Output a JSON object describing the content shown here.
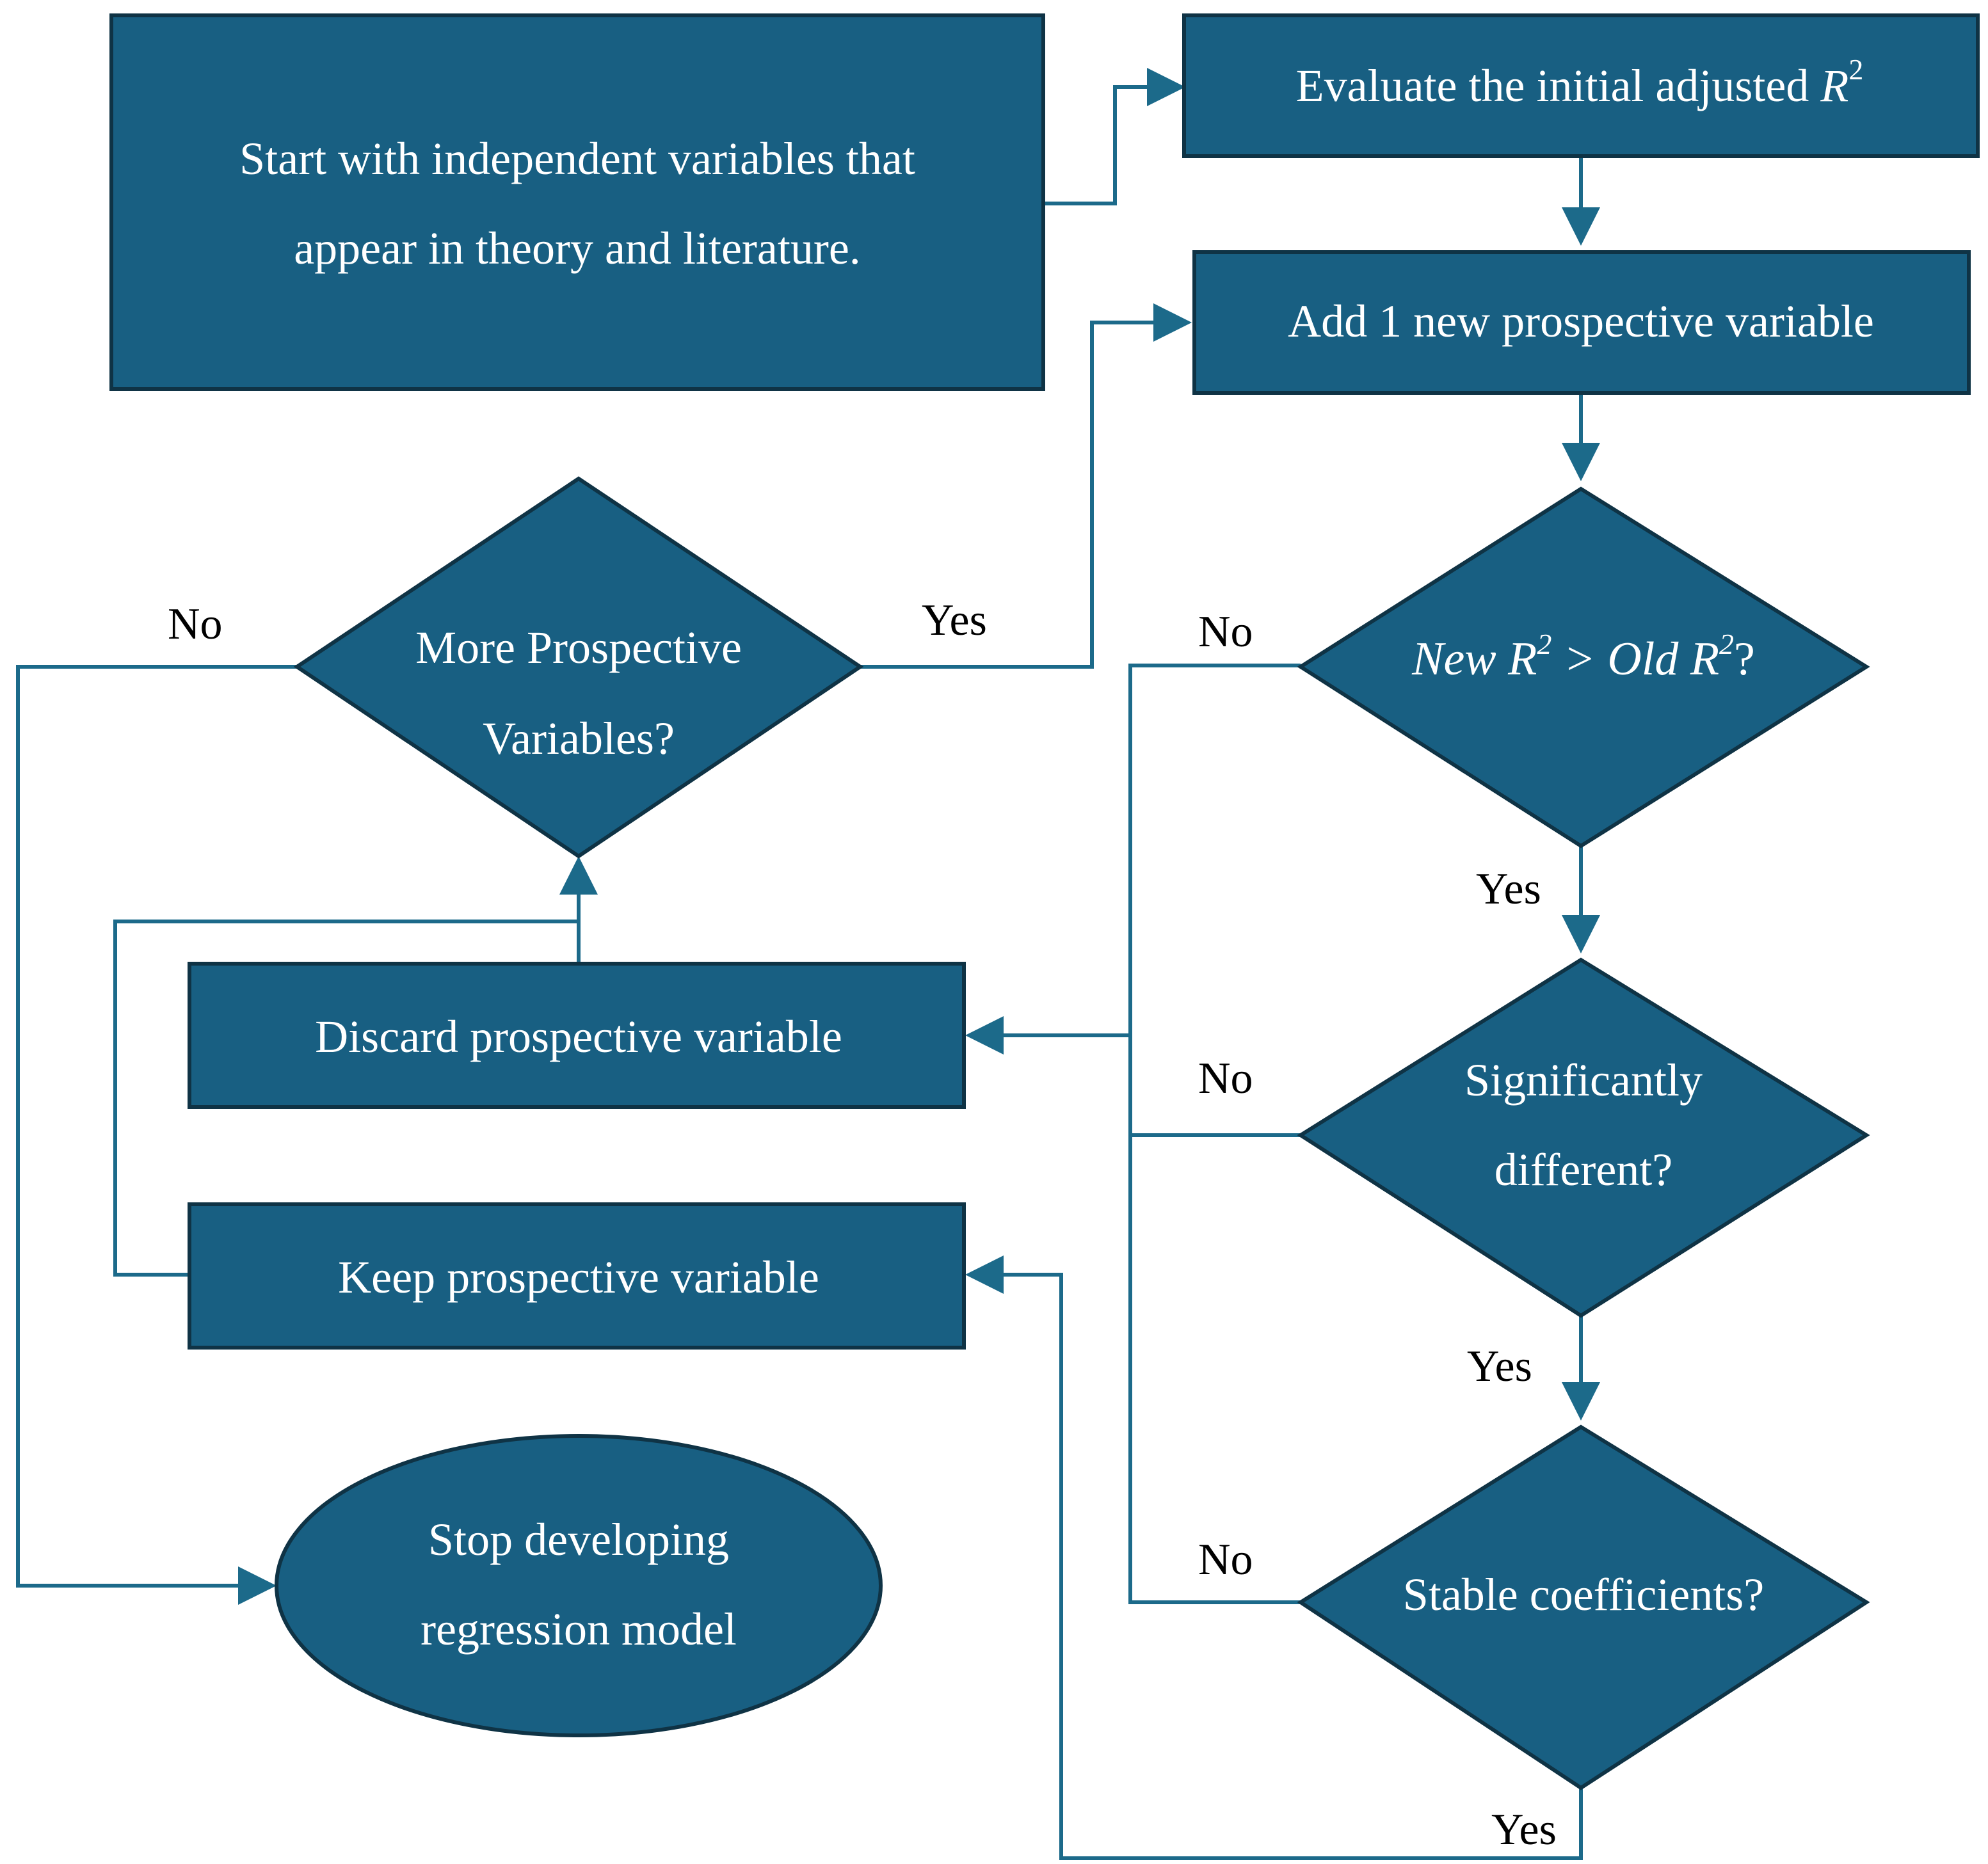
{
  "nodes": {
    "start": {
      "line1": "Start with independent variables that",
      "line2": "appear in theory and literature."
    },
    "evaluate": {
      "text": "Evaluate the initial  adjusted ",
      "var": "R",
      "exp": "2"
    },
    "add_variable": {
      "text": "Add 1 new prospective variable"
    },
    "r2_check": {
      "new": "New R",
      "gt": " > ",
      "old": "Old R",
      "exp": "2",
      "q": "?"
    },
    "more_vars": {
      "line1": "More Prospective",
      "line2": "Variables?"
    },
    "significant": {
      "line1": "Significantly",
      "line2": "different?"
    },
    "stable": {
      "text": "Stable coefficients?"
    },
    "discard": {
      "text": "Discard prospective variable"
    },
    "keep": {
      "text": "Keep prospective variable"
    },
    "stop": {
      "line1": "Stop developing",
      "line2": "regression model"
    }
  },
  "edge_labels": {
    "more_no": "No",
    "more_yes": "Yes",
    "r2_no": "No",
    "r2_yes": "Yes",
    "sig_no": "No",
    "sig_yes": "Yes",
    "stable_no": "No",
    "stable_yes": "Yes"
  },
  "colors": {
    "node_fill": "#185f82",
    "node_stroke": "#0f3345",
    "edge": "#1c6a8a"
  }
}
